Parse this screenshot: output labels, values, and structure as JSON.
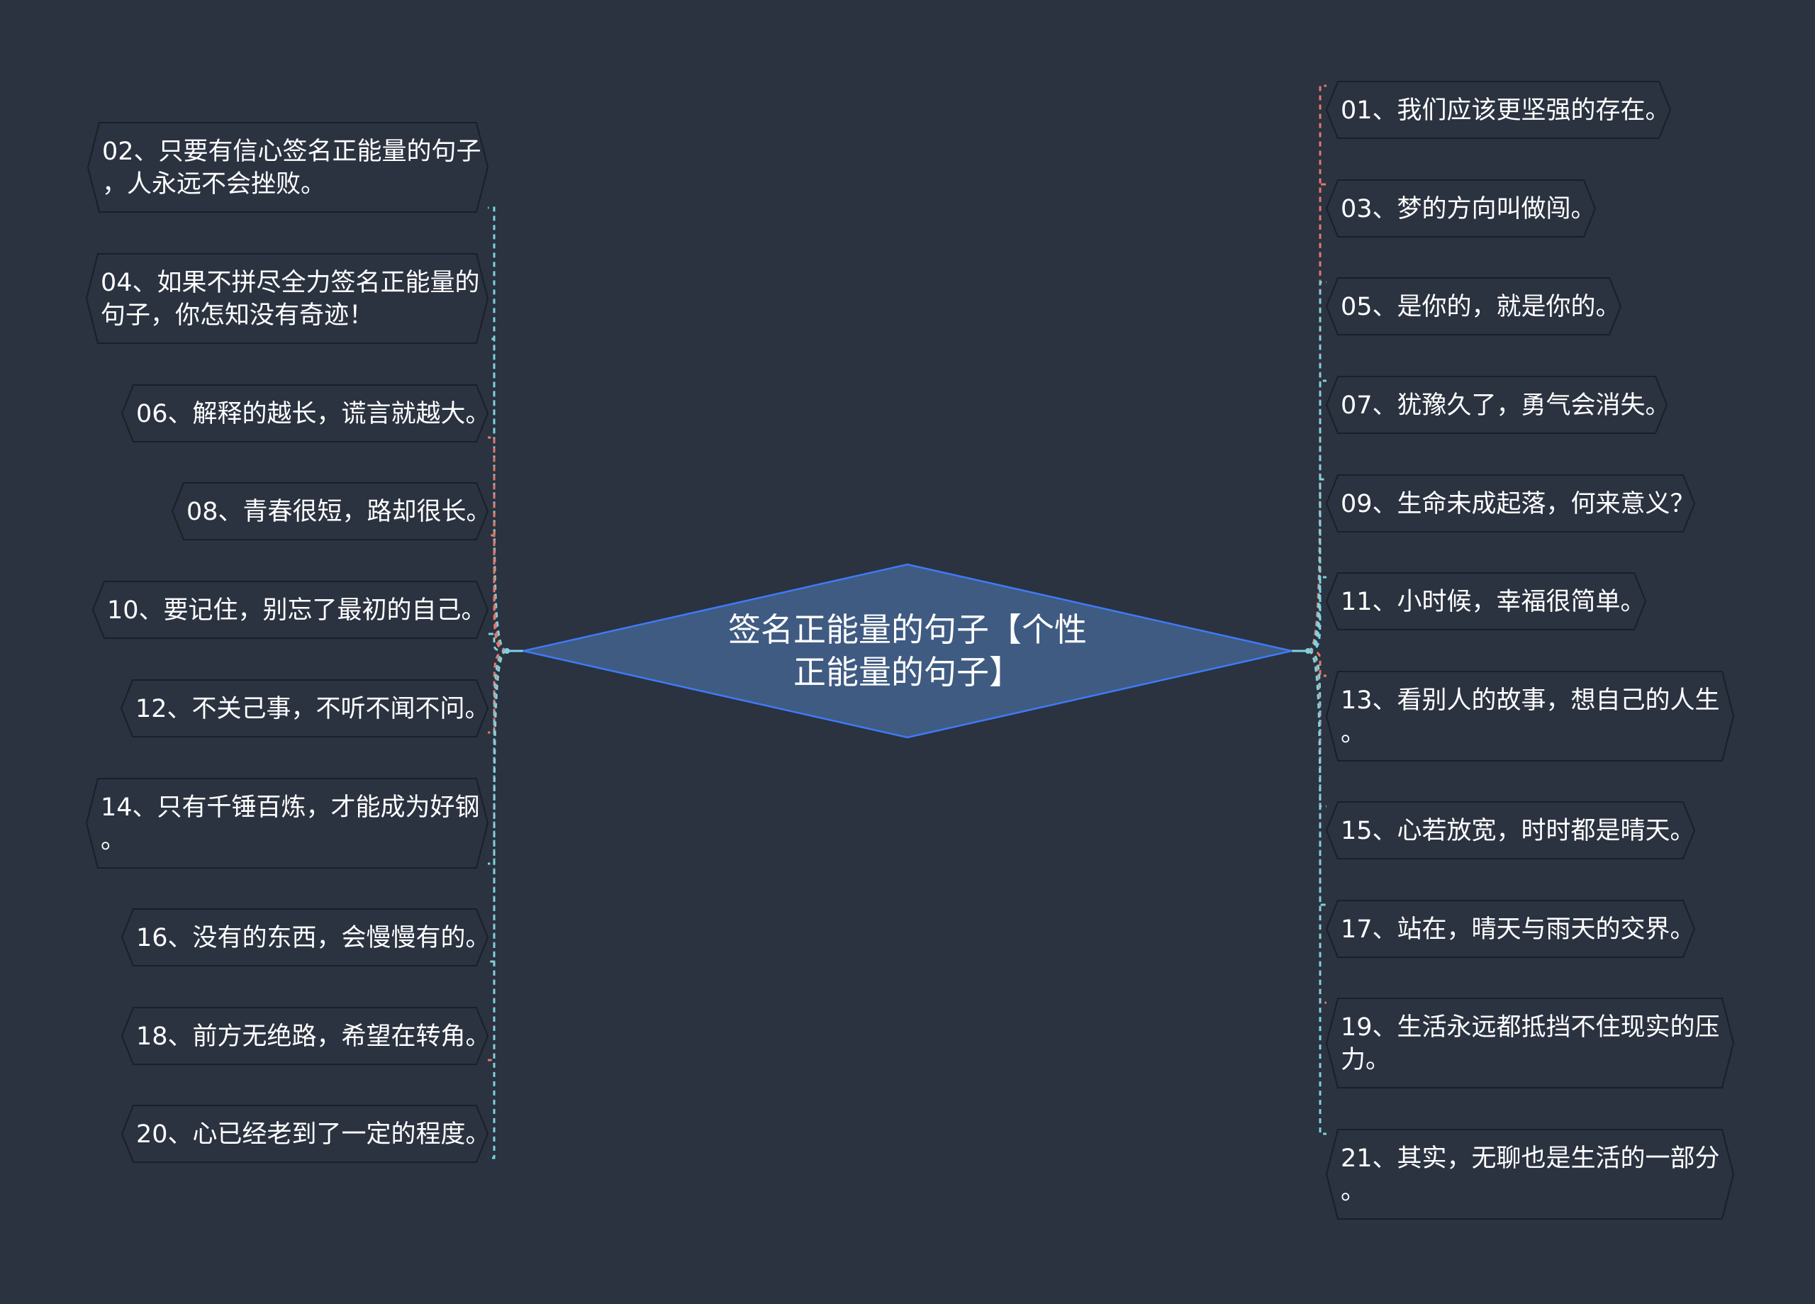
{
  "center": {
    "title_lines": [
      "签名正能量的句子【个性",
      "正能量的句子】"
    ],
    "fill": "#3f5b82",
    "stroke": "#3d7bf7"
  },
  "colors": {
    "background": "#2b3240",
    "link_teal": "#7fd3de",
    "link_red": "#e07a6c"
  },
  "left_items": [
    {
      "id": "02",
      "lines": [
        "02、只要有信心签名正能量的句子",
        "，人永远不会挫败。"
      ],
      "link": "teal"
    },
    {
      "id": "04",
      "lines": [
        "04、如果不拼尽全力签名正能量的",
        "句子，你怎知没有奇迹！"
      ],
      "link": "teal"
    },
    {
      "id": "06",
      "lines": [
        "06、解释的越长，谎言就越大。"
      ],
      "link": "red"
    },
    {
      "id": "08",
      "lines": [
        "08、青春很短，路却很长。"
      ],
      "link": "red"
    },
    {
      "id": "10",
      "lines": [
        "10、要记住，别忘了最初的自己。"
      ],
      "link": "teal"
    },
    {
      "id": "12",
      "lines": [
        "12、不关己事，不听不闻不问。"
      ],
      "link": "red"
    },
    {
      "id": "14",
      "lines": [
        "14、只有千锤百炼，才能成为好钢",
        "。"
      ],
      "link": "teal"
    },
    {
      "id": "16",
      "lines": [
        "16、没有的东西，会慢慢有的。"
      ],
      "link": "teal"
    },
    {
      "id": "18",
      "lines": [
        "18、前方无绝路，希望在转角。"
      ],
      "link": "red"
    },
    {
      "id": "20",
      "lines": [
        "20、心已经老到了一定的程度。"
      ],
      "link": "teal"
    }
  ],
  "right_items": [
    {
      "id": "01",
      "lines": [
        "01、我们应该更坚强的存在。"
      ],
      "link": "red"
    },
    {
      "id": "03",
      "lines": [
        "03、梦的方向叫做闯。"
      ],
      "link": "red"
    },
    {
      "id": "05",
      "lines": [
        "05、是你的，就是你的。"
      ],
      "link": "teal"
    },
    {
      "id": "07",
      "lines": [
        "07、犹豫久了，勇气会消失。"
      ],
      "link": "teal"
    },
    {
      "id": "09",
      "lines": [
        "09、生命未成起落，何来意义？"
      ],
      "link": "teal"
    },
    {
      "id": "11",
      "lines": [
        "11、小时候，幸福很简单。"
      ],
      "link": "teal"
    },
    {
      "id": "13",
      "lines": [
        "13、看别人的故事，想自己的人生",
        "。"
      ],
      "link": "red"
    },
    {
      "id": "15",
      "lines": [
        "15、心若放宽，时时都是晴天。"
      ],
      "link": "teal"
    },
    {
      "id": "17",
      "lines": [
        "17、站在，晴天与雨天的交界。"
      ],
      "link": "teal"
    },
    {
      "id": "19",
      "lines": [
        "19、生活永远都抵挡不住现实的压",
        "力。"
      ],
      "link": "red"
    },
    {
      "id": "21",
      "lines": [
        "21、其实，无聊也是生活的一部分",
        "。"
      ],
      "link": "teal"
    }
  ]
}
